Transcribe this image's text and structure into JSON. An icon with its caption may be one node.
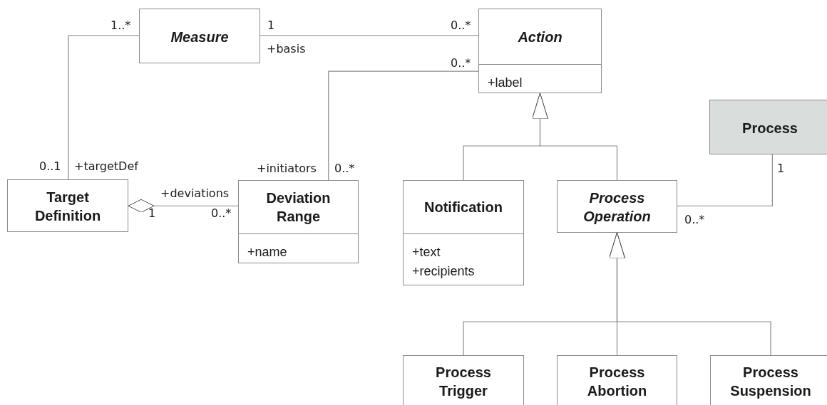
{
  "diagram": {
    "nodes": [
      {
        "text": [
          "Measure"
        ]
      },
      {
        "text": [
          "Action",
          "+label"
        ]
      },
      {
        "text": [
          "Process"
        ]
      },
      {
        "text": [
          "Target Definition"
        ]
      },
      {
        "text": [
          "Deviation Range",
          "+name"
        ]
      },
      {
        "text": [
          "Notification",
          "+text",
          "+recipients"
        ]
      },
      {
        "text": [
          "Process Operation"
        ]
      },
      {
        "text": [
          "Process Trigger"
        ]
      },
      {
        "text": [
          "Process Abortion"
        ]
      },
      {
        "text": [
          "Process Suspension"
        ]
      }
    ],
    "edges": [
      {
        "from": 3,
        "to": 0,
        "arrow": "none"
      },
      {
        "from": 0,
        "to": 1,
        "arrow": "none"
      },
      {
        "from": 4,
        "to": 1,
        "arrow": "none"
      },
      {
        "from": 4,
        "to": 3,
        "arrow": "other"
      },
      {
        "from": 5,
        "to": 1,
        "arrow": "to"
      },
      {
        "from": 6,
        "to": 1,
        "arrow": "to"
      },
      {
        "from": 6,
        "to": 2,
        "arrow": "none"
      },
      {
        "from": 7,
        "to": 6,
        "arrow": "to"
      },
      {
        "from": 8,
        "to": 6,
        "arrow": "to"
      },
      {
        "from": 9,
        "to": 6,
        "arrow": "to"
      }
    ],
    "labels": [
      "1..*",
      "1",
      "0..*",
      "+basis",
      "0..*",
      "0..1",
      "+targetDef",
      "+initiators",
      "0..*",
      "1",
      "+deviations",
      "1",
      "0..*",
      "0..*"
    ]
  }
}
